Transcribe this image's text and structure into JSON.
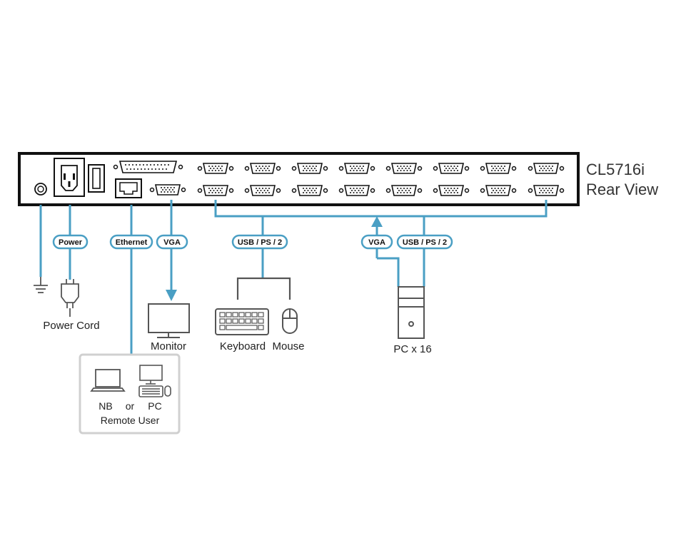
{
  "device": {
    "model": "CL5716i",
    "view": "Rear View"
  },
  "connections": {
    "power": "Power",
    "ethernet": "Ethernet",
    "vga_out": "VGA",
    "usb_ps2_console": "USB / PS / 2",
    "vga_pc": "VGA",
    "usb_ps2_pc": "USB / PS / 2"
  },
  "devices": {
    "power_cord": "Power Cord",
    "monitor": "Monitor",
    "keyboard": "Keyboard",
    "mouse": "Mouse",
    "pc": "PC x 16"
  },
  "remote": {
    "nb": "NB",
    "or": "or",
    "pc": "PC",
    "user": "Remote User"
  },
  "colors": {
    "cable": "#4a9fc4",
    "outline": "#111111",
    "device_gray": "#555555",
    "remote_box": "#d0d0d0"
  }
}
